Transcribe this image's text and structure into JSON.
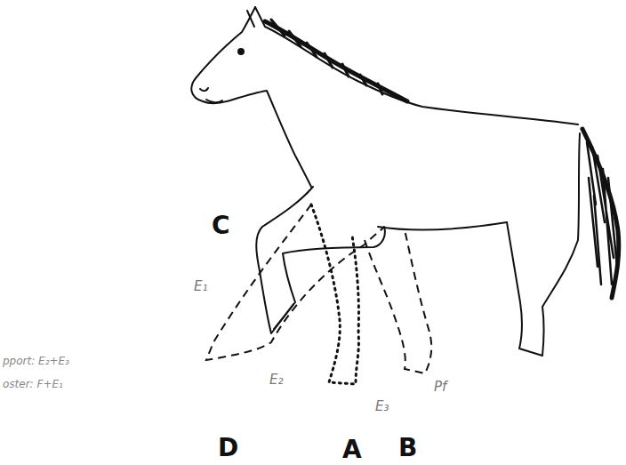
{
  "diagram": {
    "labels": [
      "C",
      "E₁",
      "E₂",
      "E₃",
      "Pf",
      "D",
      "A",
      "B",
      "pport: E₂+E₃",
      "oster: F+E₁"
    ]
  }
}
